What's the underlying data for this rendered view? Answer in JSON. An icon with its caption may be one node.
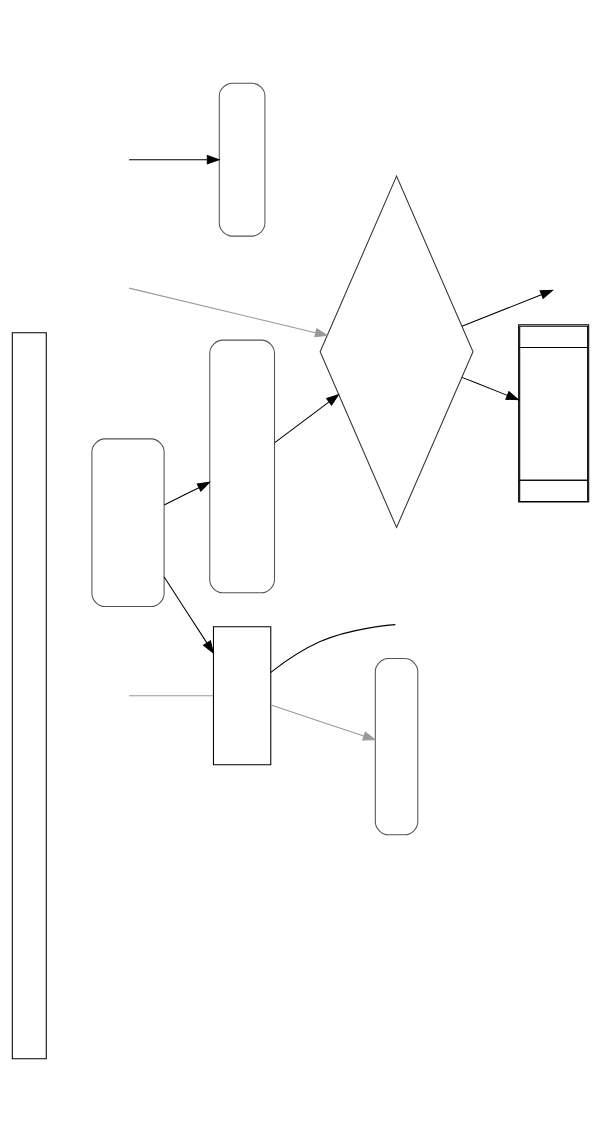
{
  "diagram": {
    "nodes": [
      {
        "text": [],
        "shape": "bar"
      },
      {
        "text": [],
        "shape": "stadium"
      },
      {
        "text": [],
        "shape": "diamond"
      },
      {
        "text": [],
        "shape": "box"
      },
      {
        "text": [],
        "shape": "stadium"
      },
      {
        "text": [],
        "shape": "box"
      },
      {
        "text": [],
        "shape": "stadium"
      },
      {
        "text": [],
        "shape": "stadium"
      }
    ],
    "edges": [
      {
        "from": 4,
        "to": 1,
        "arrow": "to"
      },
      {
        "from": 1,
        "to": 2,
        "arrow": "to"
      },
      {
        "from": 2,
        "to": 3,
        "arrow": "to"
      },
      {
        "from": null,
        "to": 2,
        "arrow": "to",
        "color": "#999999"
      },
      {
        "from": 2,
        "to": null,
        "arrow": "to"
      },
      {
        "from": 4,
        "to": 5,
        "arrow": "to"
      },
      {
        "from": 5,
        "to": null,
        "arrow": "none"
      },
      {
        "from": null,
        "to": 5,
        "arrow": "none",
        "color": "#999999"
      },
      {
        "from": null,
        "to": 6,
        "arrow": "to"
      },
      {
        "from": 5,
        "to": 7,
        "arrow": "to",
        "color": "#999999"
      }
    ]
  }
}
